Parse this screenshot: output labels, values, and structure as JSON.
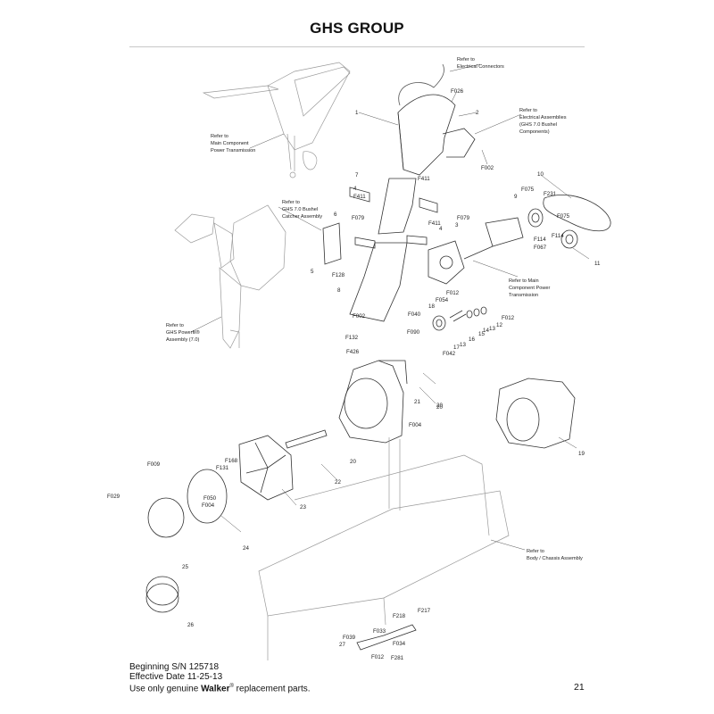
{
  "header": {
    "title": "GHS GROUP"
  },
  "callouts": {
    "c1": "1",
    "c2": "2",
    "c3": "3",
    "c4a": "4",
    "c4b": "4",
    "c5": "5",
    "c6": "6",
    "c7": "7",
    "c8": "8",
    "c9": "9",
    "c10": "10",
    "c11": "11",
    "c12": "12",
    "c13a": "13",
    "c13b": "13",
    "c14": "14",
    "c15": "15",
    "c16": "16",
    "c17": "17",
    "c18": "18",
    "c19": "19",
    "c20a": "20",
    "c20b": "20",
    "c20c": "20",
    "c21": "21",
    "c22": "22",
    "c23": "23",
    "c24": "24",
    "c25": "25",
    "c26": "26",
    "c27": "27",
    "f026": "F026",
    "f002a": "F002",
    "f002b": "F002",
    "f411a": "F411",
    "f411b": "F411",
    "f079a": "F079",
    "f079b": "F079",
    "f075a": "F075",
    "f075b": "F075",
    "f231": "F231",
    "f114a": "F114",
    "f114b": "F114",
    "f067": "F067",
    "f128": "F128",
    "f012a": "F012",
    "f012b": "F012",
    "f012c": "F012",
    "f054": "F054",
    "f040": "F040",
    "f090": "F090",
    "f132": "F132",
    "f042": "F042",
    "f426": "F426",
    "f004a": "F004",
    "f004b": "F004",
    "f168": "F168",
    "f131": "F131",
    "f009": "F009",
    "f050": "F050",
    "f029": "F029",
    "f217": "F217",
    "f218": "F218",
    "f039": "F039",
    "f033": "F033",
    "f034": "F034",
    "f281": "F281"
  },
  "references": {
    "electrical_connectors": [
      "Refer to",
      "Electrical Connectors"
    ],
    "electrical_assemblies": [
      "Refer to",
      "Electrical Assemblies",
      "(GHS 7.0 Bushel",
      "Components)"
    ],
    "main_component_top": [
      "Refer to",
      "Main Component",
      "Power Transmission"
    ],
    "bushel_catcher": [
      "Refer to",
      "GHS 7.0 Bushel",
      "Catcher Assembly"
    ],
    "main_component_right": [
      "Refer to Main",
      "Component Power",
      "Transmission"
    ],
    "ghs_powerfill": [
      "Refer to",
      "GHS Powerfil®",
      "Assembly (7.0)"
    ],
    "body_chassis": [
      "Refer to",
      "Body / Chassis Assembly"
    ]
  },
  "footer": {
    "serial": "Beginning S/N 125718",
    "effective": "Effective Date 11-25-13",
    "notice_pre": "Use only genuine ",
    "brand": "Walker",
    "reg": "®",
    "notice_post": " replacement parts.",
    "page_number": "21"
  }
}
